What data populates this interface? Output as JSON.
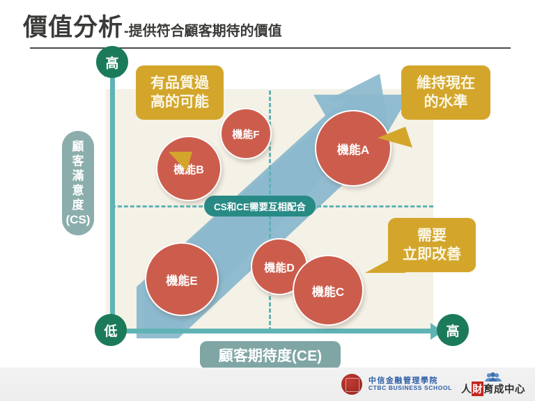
{
  "title": {
    "main": "價值分析",
    "sub": "-提供符合顧客期待的價值"
  },
  "chart_data": {
    "type": "scatter",
    "title": "價值分析",
    "xlabel": "顧客期待度(CE)",
    "ylabel": "顧客滿意度(CS)",
    "x_axis_low_label": "低",
    "x_axis_high_label": "高",
    "y_axis_high_label": "高",
    "grid": false,
    "legend": "none",
    "quadrant_divider_label": "CS和CE需要互相配合",
    "points": [
      {
        "label": "機能B",
        "ce": "low",
        "cs": "high",
        "quadrant": "high-CS / low-CE"
      },
      {
        "label": "機能F",
        "ce": "mid",
        "cs": "high",
        "quadrant": "high-CS / low-CE"
      },
      {
        "label": "機能A",
        "ce": "high",
        "cs": "high",
        "quadrant": "high-CS / high-CE"
      },
      {
        "label": "機能E",
        "ce": "low",
        "cs": "low",
        "quadrant": "low-CS / low-CE"
      },
      {
        "label": "機能D",
        "ce": "mid",
        "cs": "low",
        "quadrant": "low-CS / high-CE"
      },
      {
        "label": "機能C",
        "ce": "high",
        "cs": "low",
        "quadrant": "low-CS / high-CE"
      }
    ],
    "annotations": [
      {
        "text": "有品質過高的可能",
        "targets": "機能B"
      },
      {
        "text": "維持現在的水準",
        "targets": "機能A"
      },
      {
        "text": "需要立即改善",
        "targets": "機能C"
      }
    ],
    "trend": "diagonal arrow from low-CE/low-CS to high-CE/high-CS"
  },
  "axes": {
    "y_title_chars": [
      "顧",
      "客",
      "滿",
      "意",
      "度",
      "(CS)"
    ],
    "y_high": "高",
    "x_low": "低",
    "x_high": "高",
    "x_title": "顧客期待度(CE)"
  },
  "center_pill": {
    "label": "CS和CE需要互相配合"
  },
  "bubbles": [
    {
      "label": "機能B"
    },
    {
      "label": "機能F"
    },
    {
      "label": "機能A"
    },
    {
      "label": "機能E"
    },
    {
      "label": "機能D"
    },
    {
      "label": "機能C"
    }
  ],
  "callouts": {
    "quality_too_high": {
      "line1": "有品質過",
      "line2": "高的可能"
    },
    "maintain_level": {
      "line1": "維持現在",
      "line2": "的水準"
    },
    "improve_now": {
      "line1": "需要",
      "line2": "立即改善"
    }
  },
  "footer": {
    "org_cn": "中信金融管理學院",
    "org_en": "CTBC BUSINESS SCHOOL",
    "center_prefix": "人",
    "center_highlight": "財",
    "center_suffix": "育成中心"
  },
  "colors": {
    "bubble": "#CC5D4D",
    "callout": "#D3A62B",
    "axis": "#5FB3B5",
    "badge": "#1B7A5A",
    "pill": "#288A85",
    "axis_title": "#7FA6A4",
    "plot_bg": "#F4F1E6",
    "arrow_band": "#8BB8CE"
  }
}
